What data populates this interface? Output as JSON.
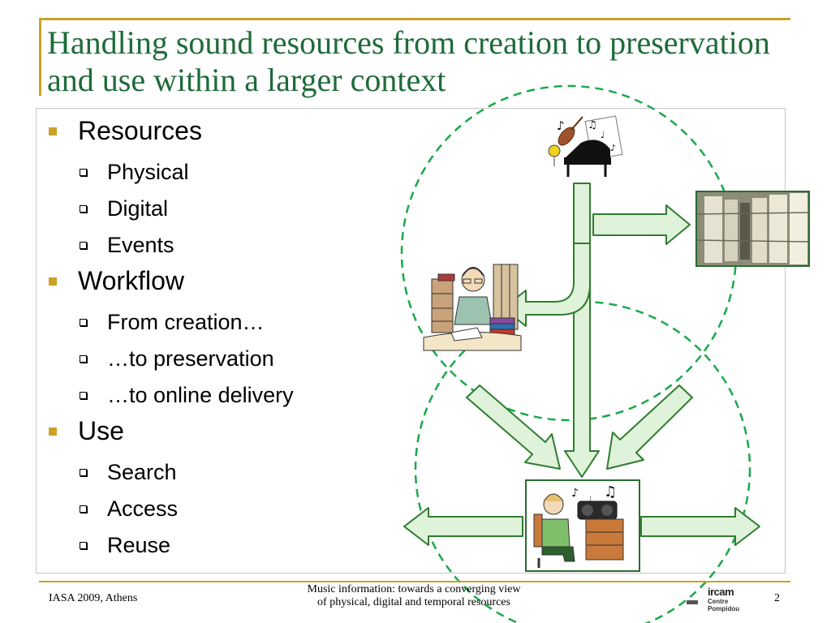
{
  "slide": {
    "title": "Handling sound resources from creation to preservation and use within a larger context",
    "bullets": [
      {
        "label": "Resources",
        "children": [
          "Physical",
          "Digital",
          "Events"
        ]
      },
      {
        "label": "Workflow",
        "children": [
          "From creation…",
          "…to preservation",
          "…to online delivery"
        ]
      },
      {
        "label": "Use",
        "children": [
          "Search",
          "Access",
          "Reuse"
        ]
      }
    ]
  },
  "footer": {
    "left": "IASA 2009, Athens",
    "center_line1": "Music information: towards a converging view",
    "center_line2": "of physical, digital and temporal resources",
    "page_number": "2",
    "logo_main": "ircam",
    "logo_sub1": "Centre",
    "logo_sub2": "Pompidou"
  },
  "colors": {
    "title": "#1e6b3a",
    "accent": "#c9a227",
    "arrow_fill": "#dff2da",
    "arrow_stroke": "#2f7d2f",
    "circle_stroke": "#1aa84a"
  },
  "icons": {
    "creation": "piano-music-instruments-icon",
    "archive": "tape-archive-shelves-icon",
    "librarian": "librarian-at-desk-icon",
    "listener": "listener-with-radio-icon"
  }
}
